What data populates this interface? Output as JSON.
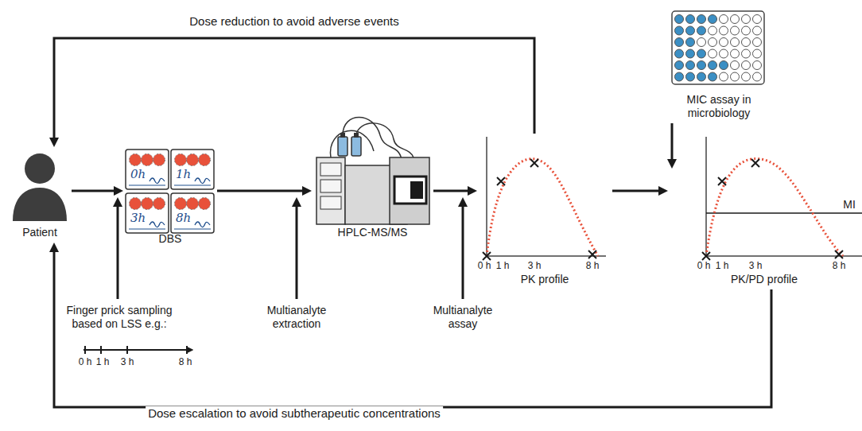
{
  "diagram": {
    "nodes": [
      {
        "text": [
          "Patient"
        ]
      },
      {
        "text": [
          "DBS"
        ]
      },
      {
        "text": [
          "HPLC-MS/MS"
        ]
      },
      {
        "text": [
          "PK profile"
        ]
      },
      {
        "text": [
          "MIC assay in microbiology"
        ]
      },
      {
        "text": [
          "PK/PD profile"
        ]
      }
    ],
    "edges": [
      {
        "from": 0,
        "to": 1,
        "arrow": "to"
      },
      {
        "from": 1,
        "to": 2,
        "arrow": "to"
      },
      {
        "from": 2,
        "to": 3,
        "arrow": "to"
      },
      {
        "from": 3,
        "to": 5,
        "arrow": "to"
      },
      {
        "from": 4,
        "to": 5,
        "arrow": "to"
      },
      {
        "from": 3,
        "to": 0,
        "arrow": "to",
        "label": "Dose reduction to avoid adverse events"
      },
      {
        "from": 5,
        "to": 0,
        "arrow": "to",
        "label": "Dose escalation to avoid subtherapeutic concentrations"
      }
    ],
    "labels": [
      "0h",
      "1h",
      "3h",
      "8h",
      "Finger prick sampling based on LSS e.g.:",
      "0 h",
      "1 h",
      "3 h",
      "8 h",
      "Multianalyte extraction",
      "Multianalyte assay",
      "0 h",
      "1 h",
      "3 h",
      "8 h",
      "0 h",
      "1 h",
      "3 h",
      "8 h",
      "MI"
    ]
  }
}
